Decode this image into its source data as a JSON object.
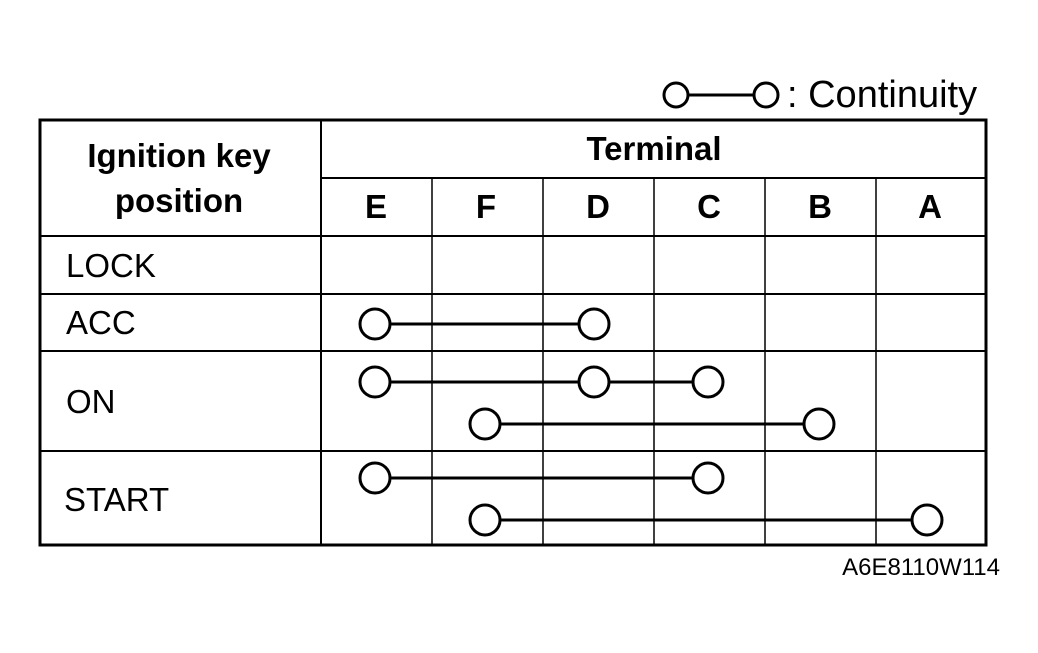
{
  "legend": {
    "label": ": Continuity"
  },
  "table": {
    "row_header_lines": [
      "Ignition key",
      "position"
    ],
    "column_group_header": "Terminal",
    "terminals": [
      "E",
      "F",
      "D",
      "C",
      "B",
      "A"
    ],
    "positions": [
      "LOCK",
      "ACC",
      "ON",
      "START"
    ]
  },
  "connections": [
    {
      "position": "ACC",
      "terminals": [
        "E",
        "D"
      ]
    },
    {
      "position": "ON",
      "terminals": [
        "E",
        "D",
        "C"
      ]
    },
    {
      "position": "ON",
      "terminals": [
        "F",
        "B"
      ]
    },
    {
      "position": "START",
      "terminals": [
        "E",
        "C"
      ]
    },
    {
      "position": "START",
      "terminals": [
        "F",
        "A"
      ]
    }
  ],
  "figure_code": "A6E8110W114"
}
